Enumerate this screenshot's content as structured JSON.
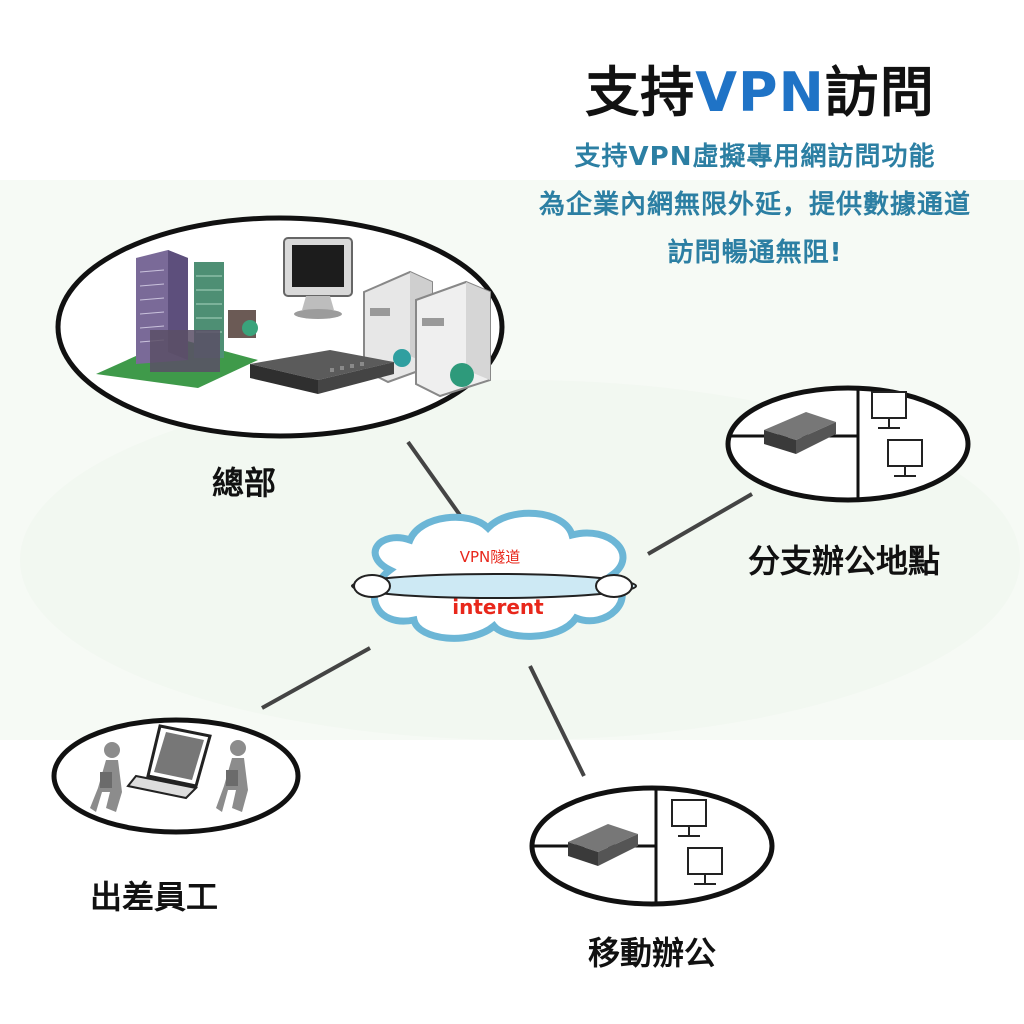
{
  "title": {
    "prefix": "支持",
    "accent": "VPN",
    "suffix": "訪問"
  },
  "subtitle_lines": [
    "支持VPN虛擬專用網訪問功能",
    "為企業內網無限外延，提供數據通道",
    "訪問暢通無阻!"
  ],
  "nodes": {
    "headquarters": "總部",
    "branch_office": "分支辦公地點",
    "business_travel_staff": "出差員工",
    "mobile_office": "移動辦公"
  },
  "cloud": {
    "tunnel_label": "VPN隧道",
    "network_label": "interent"
  },
  "colors": {
    "title_accent": "#1f73c6",
    "subtitle": "#2c7fa3",
    "cloud_stroke": "#6cb6d6",
    "cloud_text": "#e8271b",
    "link_line": "#444444"
  }
}
